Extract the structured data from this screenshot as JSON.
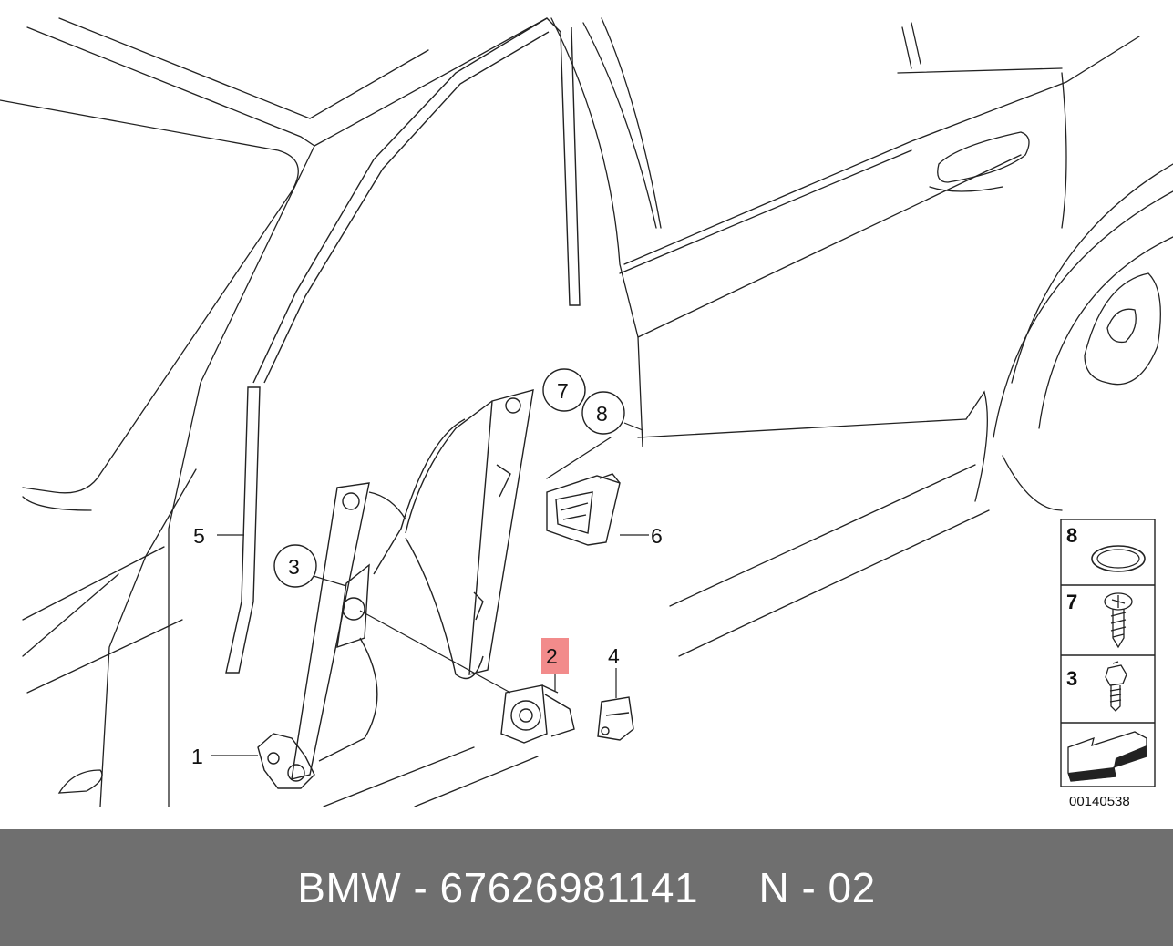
{
  "callouts": {
    "c1": "1",
    "c2": "2",
    "c3": "3",
    "c4": "4",
    "c5": "5",
    "c6": "6",
    "c7": "7",
    "c8": "8"
  },
  "highlight_color": "#f28b8b",
  "legend": {
    "row8": "8",
    "row7": "7",
    "row3": "3"
  },
  "drawing_number": "00140538",
  "footer": {
    "text": "BMW - 67626981141     N - 02",
    "background": "#6f6f6f"
  }
}
